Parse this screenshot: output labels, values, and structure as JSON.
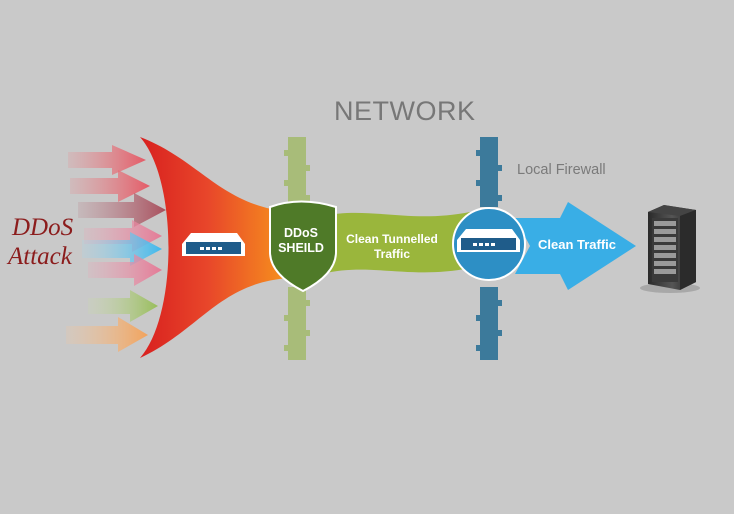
{
  "diagram": {
    "title": "NETWORK",
    "firewall_label": "Local Firewall",
    "attack_label_line1": "DDoS",
    "attack_label_line2": "Attack",
    "shield_label_line1": "DDoS",
    "shield_label_line2": "SHEILD",
    "tunnel_label_line1": "Clean Tunnelled",
    "tunnel_label_line2": "Traffic",
    "clean_label": "Clean Traffic"
  },
  "colors": {
    "background": "#c9c9c9",
    "funnel_red": "#e02a22",
    "funnel_orange": "#f5821f",
    "shield_green": "#4f7a28",
    "tunnel_green": "#9ab63c",
    "wall_green": "#a8bc79",
    "wall_blue": "#3c7a9b",
    "clean_blue": "#39aee6",
    "router_blue": "#1f5c8a",
    "attack_text": "#8b1c1c"
  }
}
